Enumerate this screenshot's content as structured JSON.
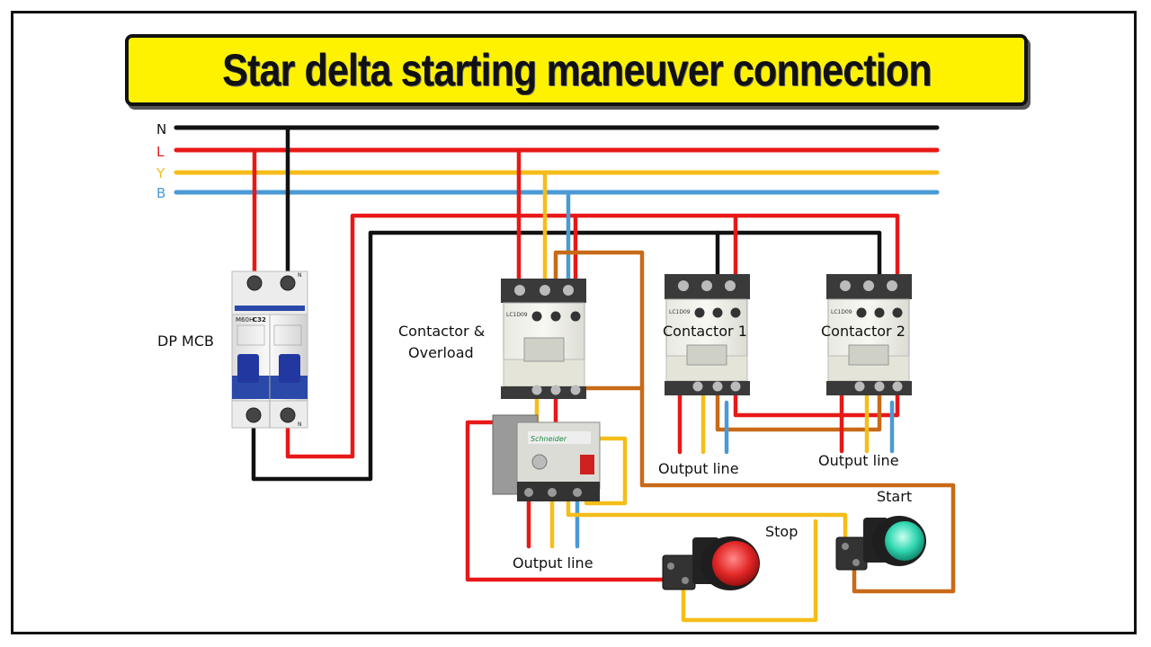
{
  "title": "Star delta starting maneuver connection",
  "lines": {
    "n": "N",
    "l": "L",
    "y": "Y",
    "b": "B"
  },
  "components": {
    "mcb": {
      "label": "DP MCB",
      "model": "M60H",
      "rating": "C32",
      "pole_mark": "N"
    },
    "contactor_main": {
      "label_line1": "Contactor &",
      "label_line2": "Overload",
      "model": "LC1D09"
    },
    "contactor_1": {
      "label": "Contactor 1",
      "model": "LC1D09"
    },
    "contactor_2": {
      "label": "Contactor 2",
      "model": "LC1D09"
    },
    "overload": {
      "brand": "Schneider"
    },
    "stop_button": {
      "label": "Stop"
    },
    "start_button": {
      "label": "Start"
    }
  },
  "outputs": {
    "main": "Output line",
    "c1": "Output line",
    "c2": "Output line"
  },
  "colors": {
    "neutral": "#111111",
    "line_l": "#e81818",
    "line_y": "#f5bd19",
    "line_b": "#4a9ad6",
    "control": "#c86a18",
    "banner": "#fff200"
  }
}
